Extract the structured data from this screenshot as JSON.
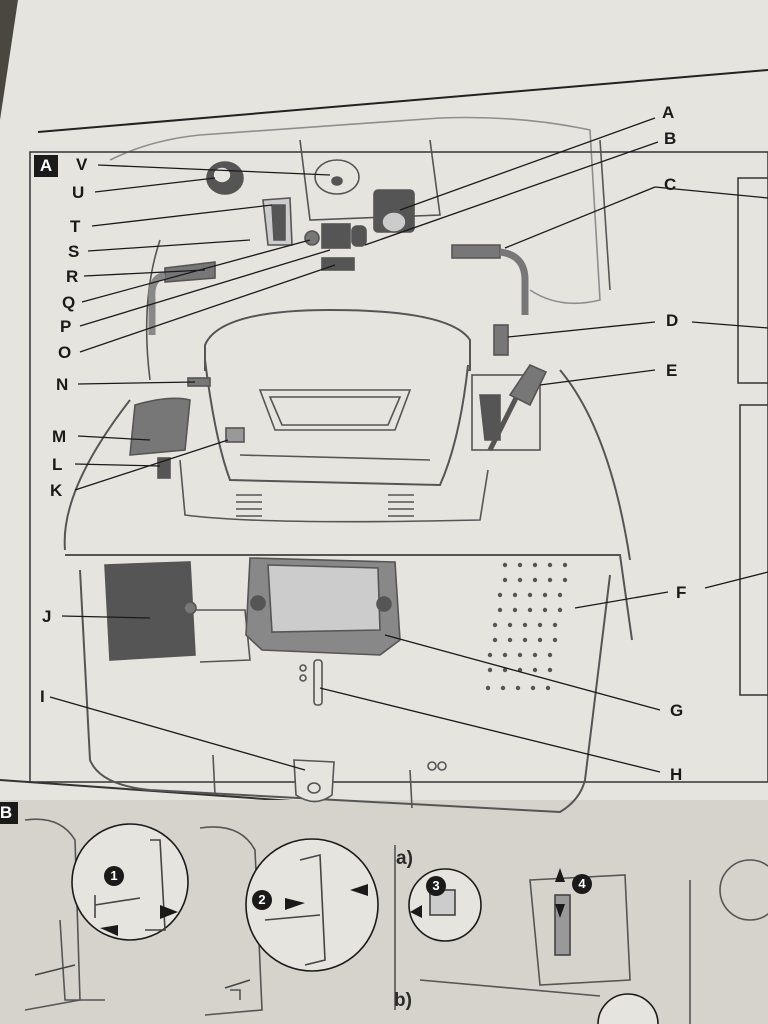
{
  "sections": {
    "a": "A",
    "b": "B"
  },
  "labels_left": [
    "V",
    "U",
    "T",
    "S",
    "R",
    "Q",
    "P",
    "O",
    "N",
    "M",
    "L",
    "K",
    "J",
    "I"
  ],
  "labels_right": [
    "A",
    "B",
    "C",
    "D",
    "E",
    "F",
    "G",
    "H"
  ],
  "steps": [
    "1",
    "2",
    "3",
    "4"
  ],
  "sub_labels": {
    "a": "a)",
    "b": "b)"
  },
  "colors": {
    "paper": "#e6e4df",
    "ink": "#1a1a1a",
    "drawing": "#555555",
    "background": "#4a4640"
  }
}
